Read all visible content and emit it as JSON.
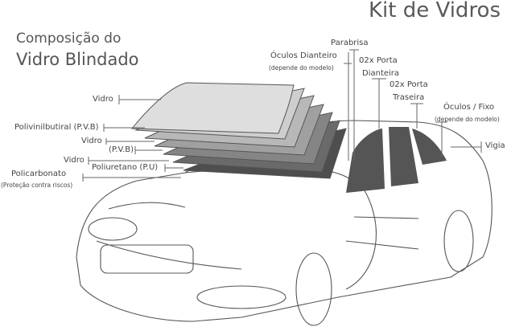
{
  "title": "Kit de Vidros",
  "subtitle_line1": "Composição do",
  "subtitle_line2": "Vidro Blindado",
  "layers": [
    {
      "label": "Vidro"
    },
    {
      "label": "Polivinilbutiral (P.V.B)"
    },
    {
      "label": "Vidro"
    },
    {
      "label": "(P.V.B)"
    },
    {
      "label": "Vidro"
    },
    {
      "label": "Poliuretano (P.U)"
    },
    {
      "label": "Policarbonato",
      "note": "(Proteção contra riscos)"
    }
  ],
  "parts": {
    "parabrisa": "Parabrisa",
    "oculos_dianteiro": "Óculos Dianteiro",
    "oculos_dianteiro_note": "(depende do modelo)",
    "porta_dianteira_1": "02x Porta",
    "porta_dianteira_2": "Dianteira",
    "porta_traseira_1": "02x Porta",
    "porta_traseira_2": "Traseira",
    "oculos_fixo": "Óculos / Fixo",
    "oculos_fixo_note": "(depende do modelo)",
    "vigia": "Vigia"
  },
  "colors": {
    "glass_dark": "#555555",
    "line": "#666666"
  }
}
